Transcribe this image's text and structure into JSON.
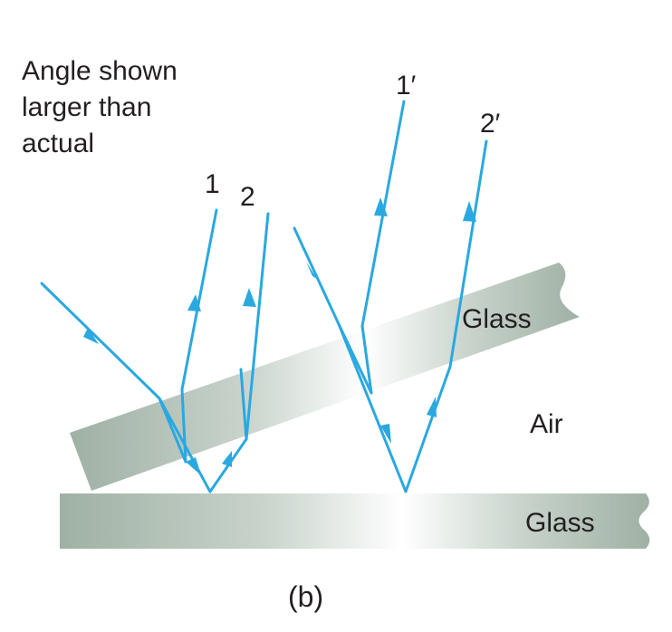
{
  "note": {
    "line1": "Angle shown",
    "line2": "larger than",
    "line3": "actual"
  },
  "ray_labels": {
    "r1": "1",
    "r2": "2",
    "r1p": "1′",
    "r2p": "2′"
  },
  "media": {
    "upper_plate": "Glass",
    "gap": "Air",
    "lower_plate": "Glass"
  },
  "caption": "(b)",
  "colors": {
    "ray": "#2aa8e0",
    "glass_dark": "#9fb0a4",
    "glass_light": "#ffffff",
    "text": "#231f20"
  }
}
